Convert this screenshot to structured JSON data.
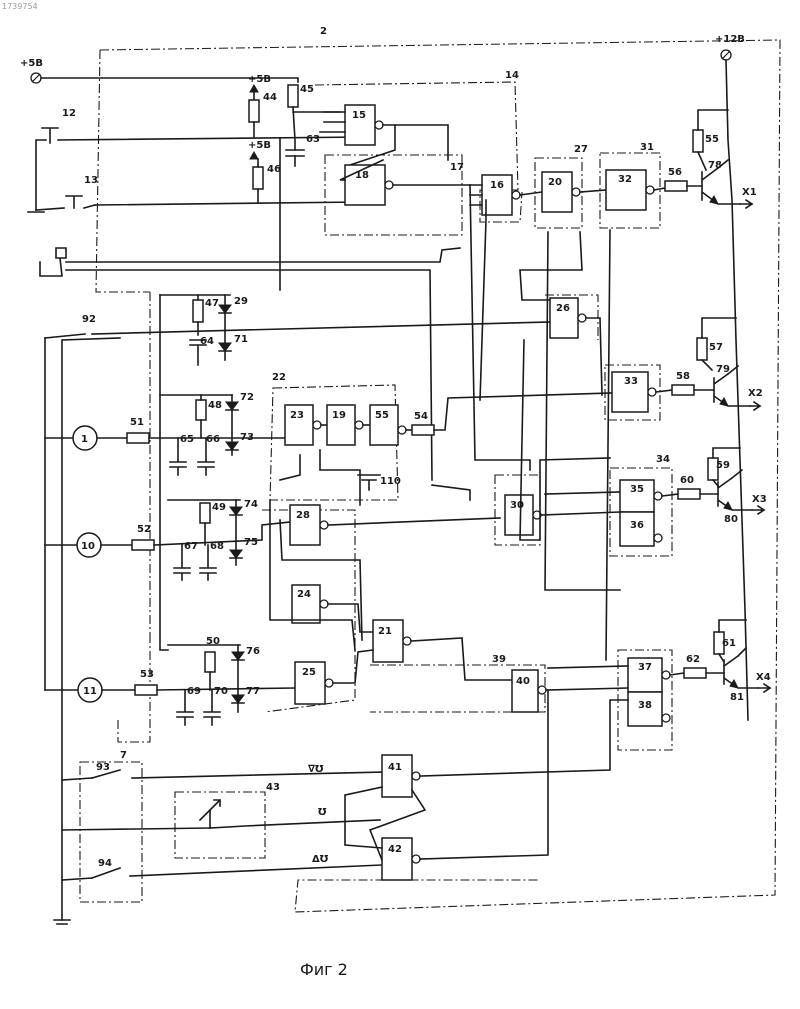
{
  "corner_id": "1739754",
  "caption": "Фиг 2",
  "supply": {
    "plus5": "+5B",
    "plus12": "+12B",
    "plus5_small": "+5B"
  },
  "block_numbers": {
    "housing": "2",
    "b7": "7",
    "b14": "14",
    "b17": "17",
    "b22": "22",
    "b27": "27",
    "b31": "31",
    "b34": "34",
    "b39": "39",
    "b43": "43"
  },
  "buttons": {
    "b12": "12",
    "b13": "13"
  },
  "switches": {
    "s92": "92",
    "s93": "93",
    "s94": "94"
  },
  "inputs": [
    "1",
    "10",
    "11"
  ],
  "outputs": [
    "X1",
    "X2",
    "X3",
    "X4"
  ],
  "resistors": {
    "r44": "44",
    "r45": "45",
    "r46": "46",
    "r47": "47",
    "r48": "48",
    "r49": "49",
    "r50": "50",
    "r51": "51",
    "r52": "52",
    "r53": "53",
    "r54": "54",
    "r55": "55",
    "r56": "56",
    "r57": "57",
    "r58": "58",
    "r59": "59",
    "r60": "60",
    "r61": "61",
    "r62": "62"
  },
  "capacitors": {
    "c63": "63",
    "c64": "64",
    "c65": "65",
    "c66": "66",
    "c67": "67",
    "c68": "68",
    "c69": "69",
    "c70": "70",
    "c110": "110"
  },
  "diodes": {
    "d29": "29",
    "d71": "71",
    "d72": "72",
    "d73": "73",
    "d74": "74",
    "d75": "75",
    "d76": "76",
    "d77": "77"
  },
  "transistors": {
    "t78": "78",
    "t79": "79",
    "t80": "80",
    "t81": "81"
  },
  "gates": {
    "g15": "15",
    "g16": "16",
    "g18": "18",
    "g19": "19",
    "g20": "20",
    "g21": "21",
    "g23": "23",
    "g24": "24",
    "g25": "25",
    "g26": "26",
    "g28": "28",
    "g30": "30",
    "g32": "32",
    "g33": "33",
    "g35": "35",
    "g36": "36",
    "g37": "37",
    "g38": "38",
    "g40": "40",
    "g41": "41",
    "g42": "42",
    "g55": "55"
  },
  "pulse_labels": {
    "p41": "∇Ʊ",
    "p43": "Ʊ",
    "p42": "ΔƱ"
  }
}
